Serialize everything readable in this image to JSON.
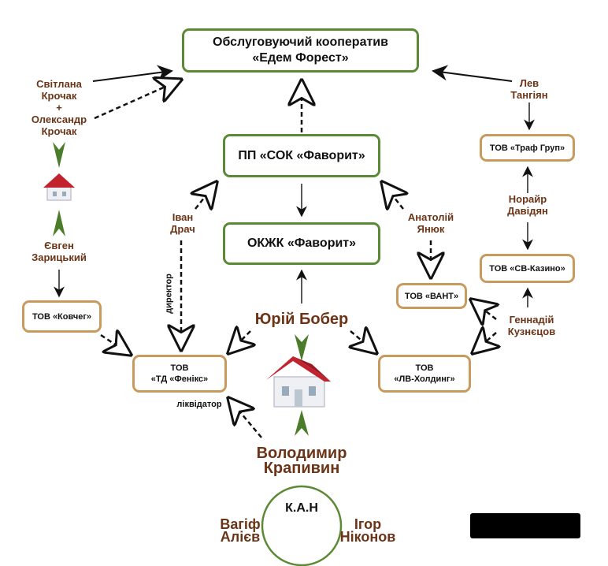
{
  "nodes": {
    "eden": "Обслуговуючий кооператив «Едем Форест»",
    "sok": "ПП «СОК «Фаворит»",
    "okzhk": "ОКЖК «Фаворит»",
    "traf": "ТОВ «Траф Груп»",
    "sv": "ТОВ «СВ-Казино»",
    "vant": "ТОВ «ВАНТ»",
    "kovcheg": "ТОВ «Ковчег»",
    "fenix_1": "ТОВ",
    "fenix_2": "«ТД «Фенікс»",
    "lv_1": "ТОВ",
    "lv_2": "«ЛВ-Холдинг»",
    "kan": "К.А.Н"
  },
  "people": {
    "krochak_1": "Світлана",
    "krochak_2": "Крочак",
    "krochak_plus": "+",
    "krochak_3": "Олександр",
    "krochak_4": "Крочак",
    "lev_1": "Лев",
    "lev_2": "Тангіян",
    "norair_1": "Норайр",
    "norair_2": "Давідян",
    "ivan_1": "Іван",
    "ivan_2": "Драч",
    "anatoliy_1": "Анатолій",
    "anatoliy_2": "Янюк",
    "yevgen_1": "Євген",
    "yevgen_2": "Зарицький",
    "bober": "Юрій Бобер",
    "gennadiy_1": "Геннадій",
    "gennadiy_2": "Кузнєцов",
    "krapivin_1": "Володимир",
    "krapivin_2": "Крапивин",
    "vagif_1": "Вагіф",
    "vagif_2": "Алієв",
    "igor_1": "Ігор",
    "igor_2": "Ніконов"
  },
  "roles": {
    "director": "директор",
    "liquidator": "ліквідатор"
  },
  "colors": {
    "green": "#5b8a35",
    "orange": "#c99a5e",
    "brown": "#6b3416"
  }
}
